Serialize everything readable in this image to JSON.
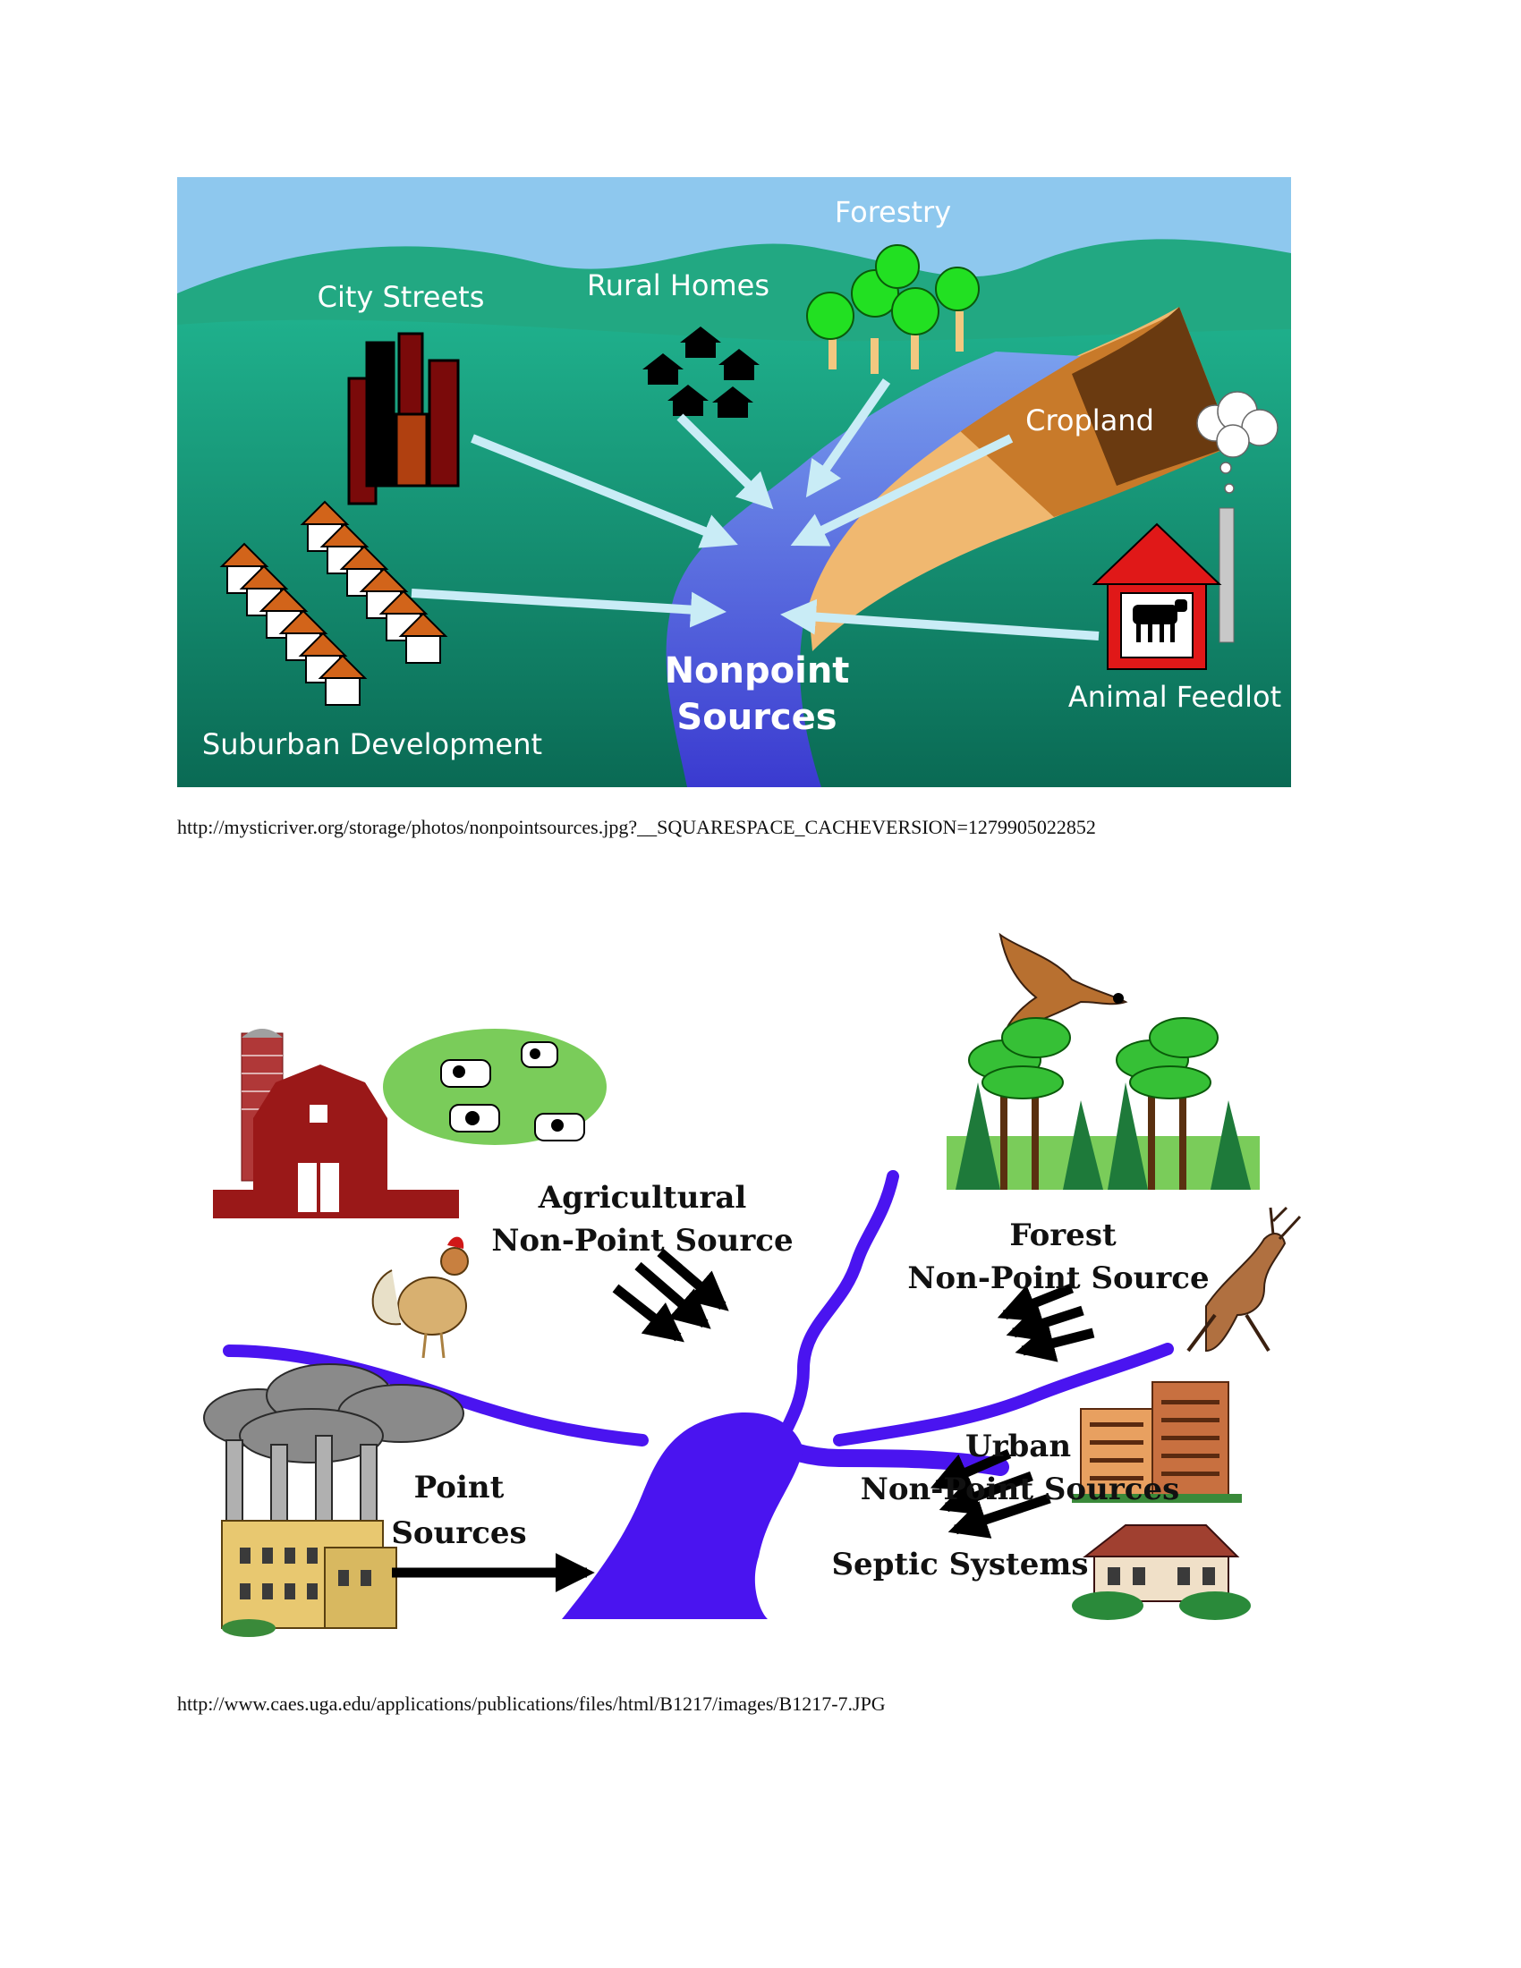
{
  "figure1": {
    "labels": {
      "forestry": "Forestry",
      "city_streets": "City Streets",
      "rural_homes": "Rural Homes",
      "cropland": "Cropland",
      "suburban": "Suburban Development",
      "animal_feedlot": "Animal Feedlot",
      "nonpoint_line1": "Nonpoint",
      "nonpoint_line2": "Sources"
    },
    "colors": {
      "sky": "#8ec8ee",
      "hills": "#1a9a78",
      "river": "#4a58d8",
      "arrow": "#c9ecf6",
      "barn": "#e01818"
    }
  },
  "caption1": "http://mysticriver.org/storage/photos/nonpointsources.jpg?__SQUARESPACE_CACHEVERSION=1279905022852",
  "figure2": {
    "labels": {
      "agri_line1": "Agricultural",
      "agri_line2": "Non-Point Source",
      "forest_line1": "Forest",
      "forest_line2": "Non-Point Source",
      "point_line1": "Point",
      "point_line2": "Sources",
      "urban_line1": "Urban",
      "urban_line2": "Non-Point Sources",
      "septic": "Septic Systems"
    },
    "colors": {
      "river": "#4a14f0",
      "arrow": "#000000",
      "barn": "#9a1818"
    }
  },
  "caption2": "http://www.caes.uga.edu/applications/publications/files/html/B1217/images/B1217-7.JPG"
}
